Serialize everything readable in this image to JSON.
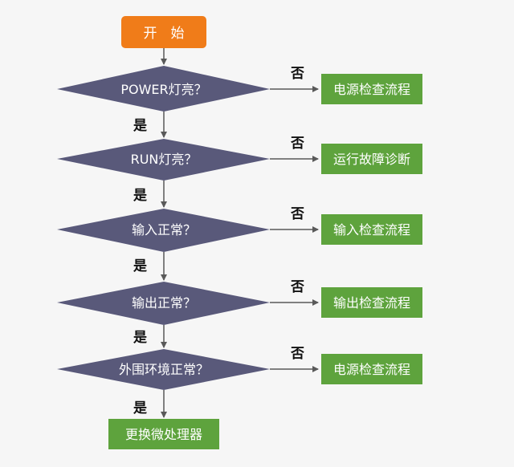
{
  "flowchart": {
    "start": "开　始",
    "yes_label": "是",
    "no_label": "否",
    "decisions": [
      {
        "question": "POWER灯亮？",
        "no_action": "电源检查流程"
      },
      {
        "question": "RUN灯亮？",
        "no_action": "运行故障诊断"
      },
      {
        "question": "输入正常？",
        "no_action": "输入检查流程"
      },
      {
        "question": "输出正常？",
        "no_action": "输出检查流程"
      },
      {
        "question": "外围环境正常？",
        "no_action": "电源检查流程"
      }
    ],
    "end": "更换微处理器"
  },
  "colors": {
    "start_fill": "#f07c19",
    "decision_fill": "#59597a",
    "action_fill": "#5ea33d",
    "arrow": "#595959",
    "label_text": "#111111",
    "box_text": "#ffffff"
  }
}
